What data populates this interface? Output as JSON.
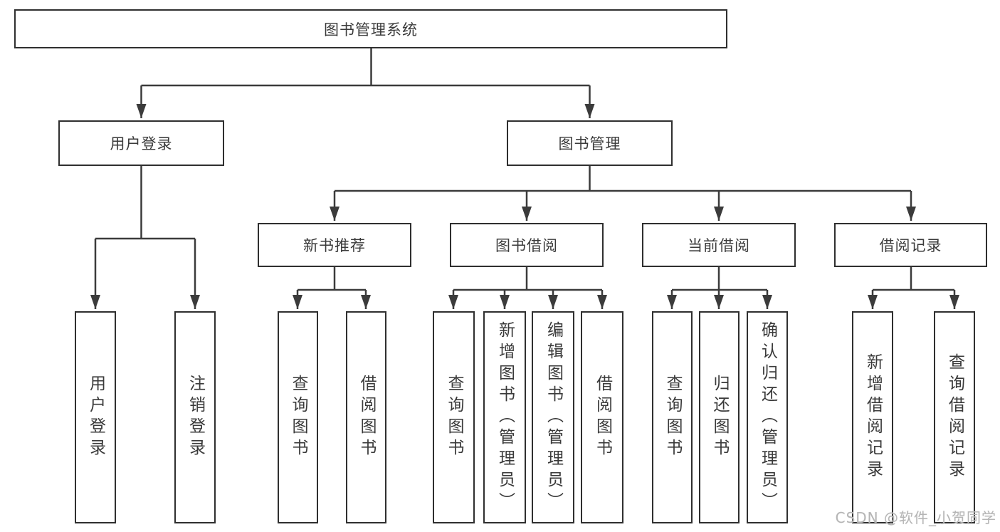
{
  "tree": {
    "label": "图书管理系统",
    "children": [
      {
        "label": "用户登录",
        "children": [
          {
            "label": "用户登录"
          },
          {
            "label": "注销登录"
          }
        ]
      },
      {
        "label": "图书管理",
        "children": [
          {
            "label": "新书推荐",
            "children": [
              {
                "label": "查询图书"
              },
              {
                "label": "借阅图书"
              }
            ]
          },
          {
            "label": "图书借阅",
            "children": [
              {
                "label": "查询图书"
              },
              {
                "label": "新增图书（管理员）"
              },
              {
                "label": "编辑图书（管理员）"
              },
              {
                "label": "借阅图书"
              }
            ]
          },
          {
            "label": "当前借阅",
            "children": [
              {
                "label": "查询图书"
              },
              {
                "label": "归还图书"
              },
              {
                "label": "确认归还（管理员）"
              }
            ]
          },
          {
            "label": "借阅记录",
            "children": [
              {
                "label": "新增借阅记录"
              },
              {
                "label": "查询借阅记录"
              }
            ]
          }
        ]
      }
    ]
  },
  "watermark": {
    "text": "CSDN @软件_小贺同学"
  },
  "colors": {
    "background": "#ffffff",
    "box_border": "#2f2f2f",
    "connector_line": "#3b3b3b",
    "text": "#3a3a3a",
    "watermark_text": "#b5b5b5"
  }
}
